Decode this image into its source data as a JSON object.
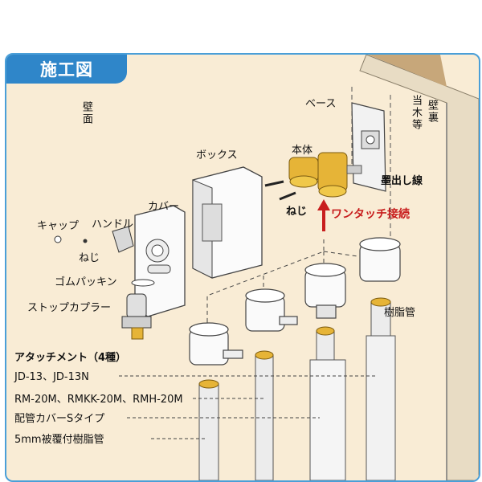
{
  "title": "施工図",
  "wall_label": "壁面",
  "parts": {
    "base": "ベース",
    "body": "本体",
    "box": "ボックス",
    "cover": "カバー",
    "cap": "キャップ",
    "handle": "ハンドル",
    "screw1": "ねじ",
    "screw2": "ねじ",
    "gasket": "ゴムパッキン",
    "stop_coupler": "ストップカプラー",
    "ink_line": "墨出し線",
    "stud": "当木等",
    "wall_stud": "壁裏",
    "resin_pipe": "樹脂管"
  },
  "one_touch": "ワンタッチ接続",
  "attachments": {
    "heading": "アタッチメント（4種）",
    "items": [
      "JD-13、JD-13N",
      "RM-20M、RMKK-20M、RMH-20M",
      "配管カバーSタイプ",
      "5mm被覆付樹脂管"
    ]
  },
  "colors": {
    "frame": "#4a9fd8",
    "title_bg": "#2f86c9",
    "wall": "#f9ecd5",
    "accent_red": "#c81e1e",
    "brass": "#e6b437"
  }
}
